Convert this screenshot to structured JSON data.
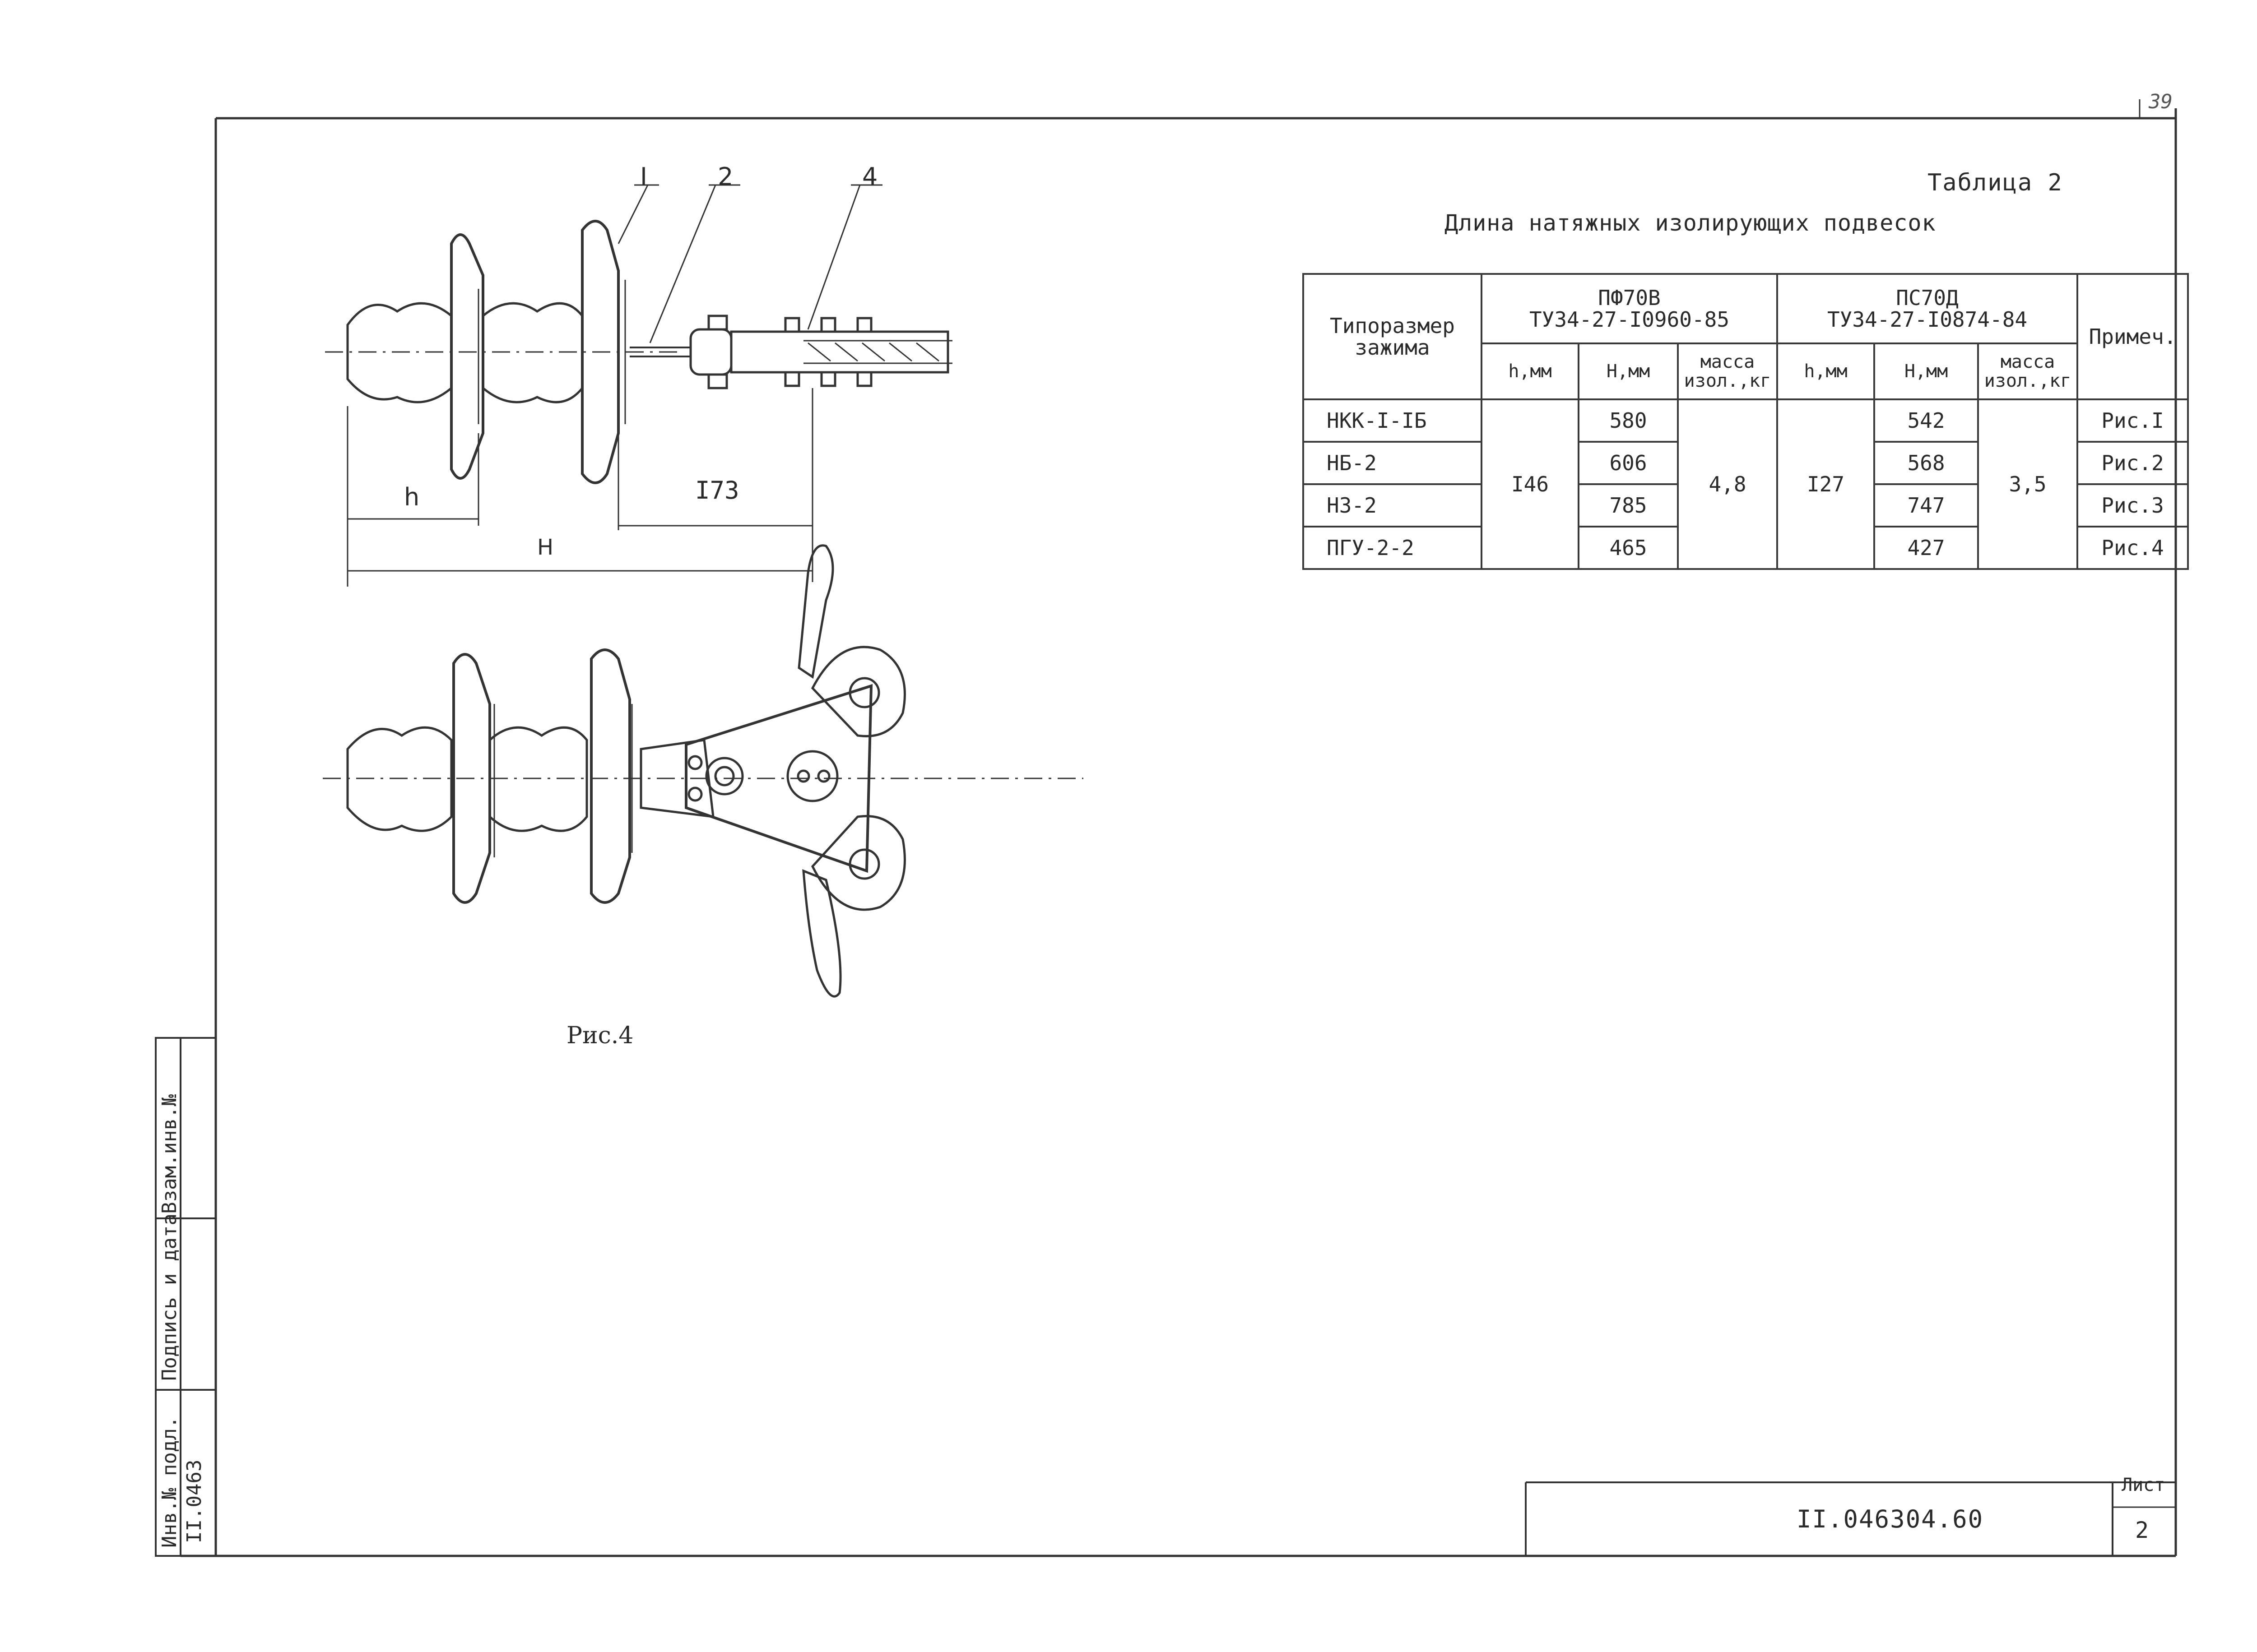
{
  "page_number": "39",
  "table": {
    "caption": "Таблица 2",
    "title": "Длина натяжных изолирующих подвесок",
    "col_clamp": "Типоразмер зажима",
    "col_notes": "Примеч.",
    "group1": {
      "name": "ПФ70В",
      "spec": "ТУ34-27-I0960-85"
    },
    "group2": {
      "name": "ПС70Д",
      "spec": "ТУ34-27-I0874-84"
    },
    "sub_h": "h,мм",
    "sub_H": "Н,мм",
    "sub_mass": "масса изол.,кг",
    "g1_h": "I46",
    "g1_mass": "4,8",
    "g2_h": "I27",
    "g2_mass": "3,5",
    "rows": [
      {
        "clamp": "НКК-I-IБ",
        "H1": "580",
        "H2": "542",
        "note": "Рис.I"
      },
      {
        "clamp": "НБ-2",
        "H1": "606",
        "H2": "568",
        "note": "Рис.2"
      },
      {
        "clamp": "НЗ-2",
        "H1": "785",
        "H2": "747",
        "note": "Рис.3"
      },
      {
        "clamp": "ПГУ-2-2",
        "H1": "465",
        "H2": "427",
        "note": "Рис.4"
      }
    ]
  },
  "drawing": {
    "figure_label": "Рис.4",
    "callout_1": "I",
    "callout_2": "2",
    "callout_4": "4",
    "dim_h": "h",
    "dim_173": "I73",
    "dim_H": "Н"
  },
  "stamp": {
    "code": "II.046304.60",
    "sheet_label": "Лист",
    "sheet_number": "2"
  },
  "side_strip": {
    "inv_no": "Инв.№ подл.",
    "sign_date": "Подпись и дата",
    "replaced_inv": "Взам.инв.№",
    "inv_value": "II.0463"
  }
}
